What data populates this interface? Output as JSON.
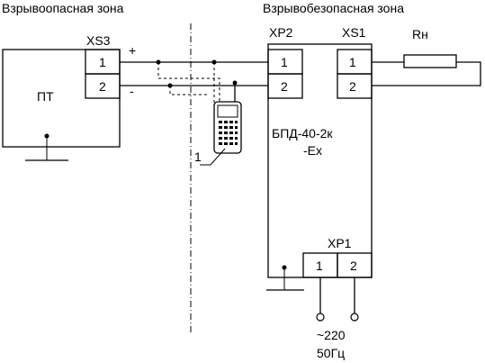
{
  "zones": {
    "hazardous": "Взрывоопасная зона",
    "safe": "Взрывобезопасная зона"
  },
  "transmitter": {
    "label": "ПТ",
    "connector": "XS3",
    "pins": [
      "1",
      "2"
    ],
    "plus": "+",
    "minus": "-"
  },
  "communicator": {
    "callout": "1"
  },
  "barrier": {
    "label_line1": "БПД-40-2к",
    "label_line2": "-Ех",
    "connector_in": "XP2",
    "connector_in_pins": [
      "1",
      "2"
    ],
    "connector_out": "XS1",
    "connector_out_pins": [
      "1",
      "2"
    ],
    "power_connector": "XP1",
    "power_pins": [
      "1",
      "2"
    ]
  },
  "load": {
    "label": "Rн"
  },
  "power": {
    "voltage": "~220",
    "frequency": "50Гц"
  }
}
